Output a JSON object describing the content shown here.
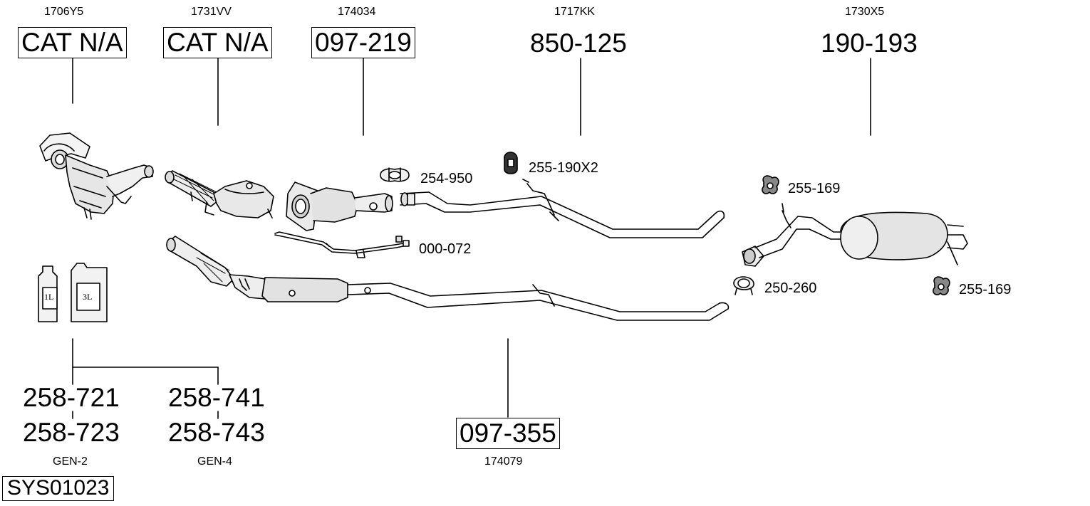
{
  "diagram": {
    "top_parts": [
      {
        "ref": "1706Y5",
        "code": "CAT N/A",
        "boxed": true
      },
      {
        "ref": "1731VV",
        "code": "CAT N/A",
        "boxed": true
      },
      {
        "ref": "174034",
        "code": "097-219",
        "boxed": true
      },
      {
        "ref": "1717KK",
        "code": "850-125",
        "boxed": false
      },
      {
        "ref": "1730X5",
        "code": "190-193",
        "boxed": false
      }
    ],
    "accessories": [
      {
        "code": "254-950",
        "item": "clamp"
      },
      {
        "code": "255-190X2",
        "item": "rubber-hanger"
      },
      {
        "code": "255-169",
        "item": "rubber-mount"
      },
      {
        "code": "000-072",
        "item": "sensor-pipe"
      },
      {
        "code": "250-260",
        "item": "clamp"
      },
      {
        "code": "255-169",
        "item": "rubber-mount"
      }
    ],
    "bottom_part": {
      "code": "097-355",
      "ref": "174079"
    },
    "fluids": {
      "bottle_small": "1L",
      "bottle_large": "3L",
      "left": {
        "codes": [
          "258-721",
          "258-723"
        ],
        "gen": "GEN-2"
      },
      "right": {
        "codes": [
          "258-741",
          "258-743"
        ],
        "gen": "GEN-4"
      }
    },
    "system_code": "SYS01023"
  }
}
